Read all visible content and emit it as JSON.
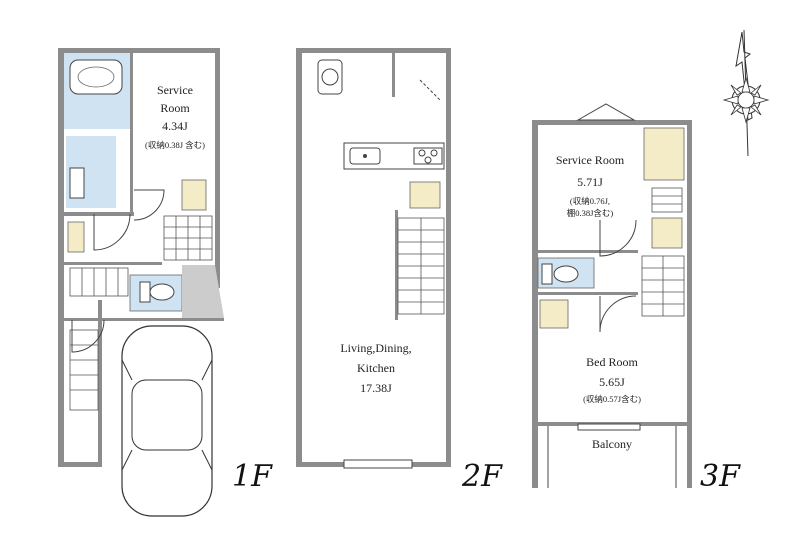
{
  "floors": {
    "f1": {
      "label": "1F",
      "room": {
        "name_line1": "Service",
        "name_line2": "Room",
        "size": "4.34J",
        "note": "(収納0.38J 含む)"
      }
    },
    "f2": {
      "label": "2F",
      "room": {
        "name_line1": "Living,Dining,",
        "name_line2": "Kitchen",
        "size": "17.38J"
      }
    },
    "f3": {
      "label": "3F",
      "service_room": {
        "name": "Service Room",
        "size": "5.71J",
        "note_line1": "(収納0.76J,",
        "note_line2": "棚0.38J含む)"
      },
      "bed_room": {
        "name": "Bed Room",
        "size": "5.65J",
        "note": "(収納0.57J含む)"
      },
      "balcony": {
        "name": "Balcony"
      }
    }
  },
  "icons": [
    "north-arrow-icon",
    "compass-rose-icon",
    "car-icon",
    "bathtub-icon",
    "toilet-icon",
    "sink-icon",
    "stove-icon",
    "stair-icon",
    "door-swing-icon"
  ],
  "colors": {
    "wall": "#8c8c8c",
    "wet_area": "#cfe3f3",
    "storage": "#f3ecc7",
    "line": "#444444"
  }
}
